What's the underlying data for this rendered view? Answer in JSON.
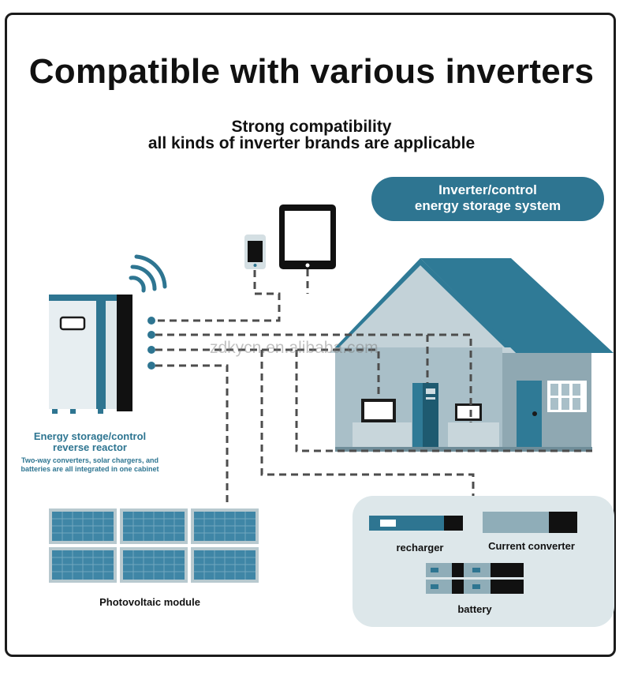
{
  "title": "Compatible with various inverters",
  "subtitle_line1": "Strong compatibility",
  "subtitle_line2": "all kinds of inverter brands are applicable",
  "system_badge": {
    "line1": "Inverter/control",
    "line2": "energy storage system"
  },
  "cabinet": {
    "title_line1": "Energy storage/control",
    "title_line2": "reverse reactor",
    "desc_line1": "Two-way converters, solar chargers, and",
    "desc_line2": "batteries are all integrated in one cabinet"
  },
  "pv_label": "Photovoltaic module",
  "components": {
    "recharger": "recharger",
    "converter": "Current converter",
    "battery": "battery"
  },
  "watermark": "zdkycn.en.alibaba.com",
  "colors": {
    "accent": "#2e7591",
    "house_roof": "#2f7a96",
    "house_wall": "#9fb7c0",
    "panel": "#3f86a6"
  }
}
